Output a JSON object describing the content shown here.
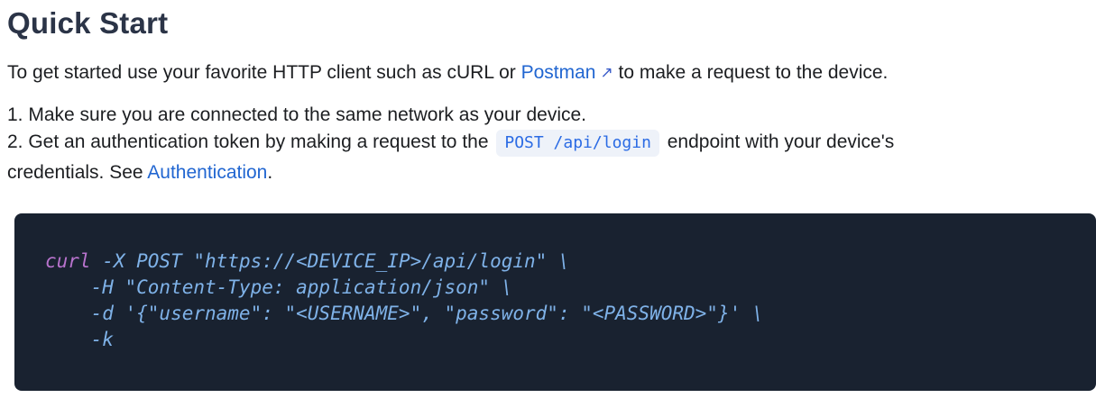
{
  "page": {
    "title": "Quick Start"
  },
  "intro": {
    "text_before_link": "To get started use your favorite HTTP client such as cURL or ",
    "link_label": "Postman",
    "external_link_icon": "↗",
    "text_after_link": " to make a request to the device."
  },
  "steps": {
    "step1": "1. Make sure you are connected to the same network as your device.",
    "step2_before_code": "2. Get an authentication token by making a request to the ",
    "step2_inline_code": "POST /api/login",
    "step2_after_code": " endpoint with your device's",
    "step2_wrap_before_link": "credentials. See ",
    "step2_link_label": "Authentication",
    "step2_after_link": "."
  },
  "code_block": {
    "keyword": "curl",
    "line1_rest": " -X POST \"https://<DEVICE_IP>/api/login\" \\",
    "line2": "    -H \"Content-Type: application/json\" \\",
    "line3": "    -d '{\"username\": \"<USERNAME>\", \"password\": \"<PASSWORD>\"}' \\",
    "line4": "    -k"
  },
  "colors": {
    "heading": "#2b3447",
    "body_text": "#1c1e21",
    "link_blue": "#2166d1",
    "inline_code_text": "#2b6be4",
    "inline_code_bg": "#eef2f9",
    "code_block_bg": "#192230",
    "code_text": "#7fb2e8",
    "code_keyword": "#b873cd"
  }
}
